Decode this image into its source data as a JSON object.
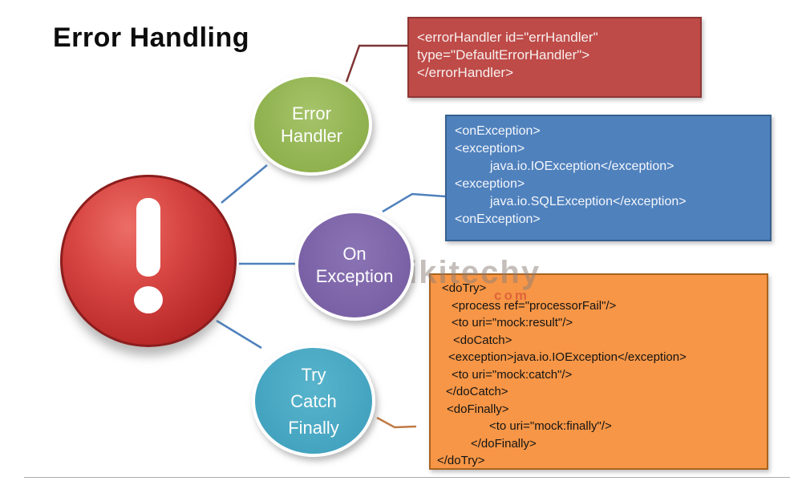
{
  "title": "Error Handling",
  "watermark": {
    "text": "wikitechy",
    "suffix": "com"
  },
  "nodes": {
    "alert": {
      "symbol": "!"
    },
    "error_handler": {
      "label": "Error\nHandler"
    },
    "on_exception": {
      "label": "On\nException"
    },
    "try_catch_finally": {
      "label": "Try\nCatch\nFinally"
    }
  },
  "boxes": {
    "error_handler": {
      "lines": [
        {
          "text": "<errorHandler id=\"errHandler\"",
          "indent": 0
        },
        {
          "text": "type=\"DefaultErrorHandler\">",
          "indent": 0
        },
        {
          "text": "</errorHandler>",
          "indent": 0
        }
      ]
    },
    "on_exception": {
      "lines": [
        {
          "text": "<onException>",
          "indent": 0
        },
        {
          "text": "<exception>",
          "indent": 0
        },
        {
          "text": "java.io.IOException</exception>",
          "indent": 44
        },
        {
          "text": "<exception>",
          "indent": 0
        },
        {
          "text": "java.io.SQLException</exception>",
          "indent": 44
        },
        {
          "text": "<onException>",
          "indent": 0
        }
      ]
    },
    "do_try": {
      "lines": [
        {
          "text": "<doTry>",
          "indent": 6
        },
        {
          "text": "<process ref=\"processorFail\"/>",
          "indent": 18
        },
        {
          "text": "<to uri=\"mock:result\"/>",
          "indent": 18
        },
        {
          "text": "<doCatch>",
          "indent": 20
        },
        {
          "text": "<exception>java.io.IOException</exception>",
          "indent": 14
        },
        {
          "text": "<to uri=\"mock:catch\"/>",
          "indent": 18
        },
        {
          "text": "</doCatch>",
          "indent": 11
        },
        {
          "text": "<doFinally>",
          "indent": 12
        },
        {
          "text": "<to uri=\"mock:finally\"/>",
          "indent": 65
        },
        {
          "text": "</doFinally>",
          "indent": 42
        },
        {
          "text": "</doTry>",
          "indent": 0
        }
      ]
    }
  },
  "colors": {
    "alert_circle_red": "#C23434",
    "error_handler_green": "#8FB14E",
    "on_exception_purple": "#7A61A6",
    "try_catch_teal": "#44A4C0",
    "errorhandler_box_red": "#BE4B48",
    "onexception_box_blue": "#4F81BD",
    "dotry_box_orange": "#F79646",
    "connector_blue": "#4F81BD",
    "connector_dark_red": "#7E3434",
    "connector_orange": "#C07A45"
  }
}
